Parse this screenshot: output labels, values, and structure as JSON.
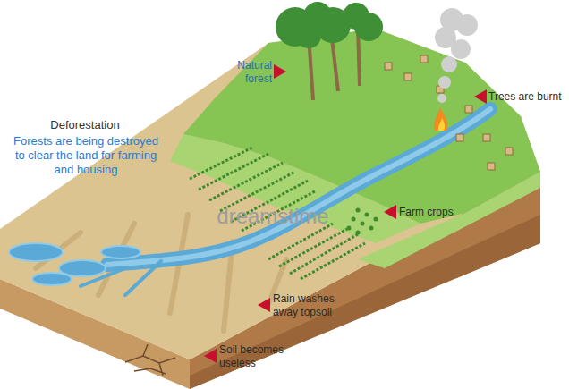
{
  "diagram": {
    "title": "Deforestation",
    "caption": "Forests are being destroyed to clear the land for farming and housing",
    "labels": [
      "Natural forest",
      "Trees are burnt",
      "Farm crops",
      "Rain washes away topsoil",
      "Soil becomes useless",
      "dreamstime"
    ]
  }
}
